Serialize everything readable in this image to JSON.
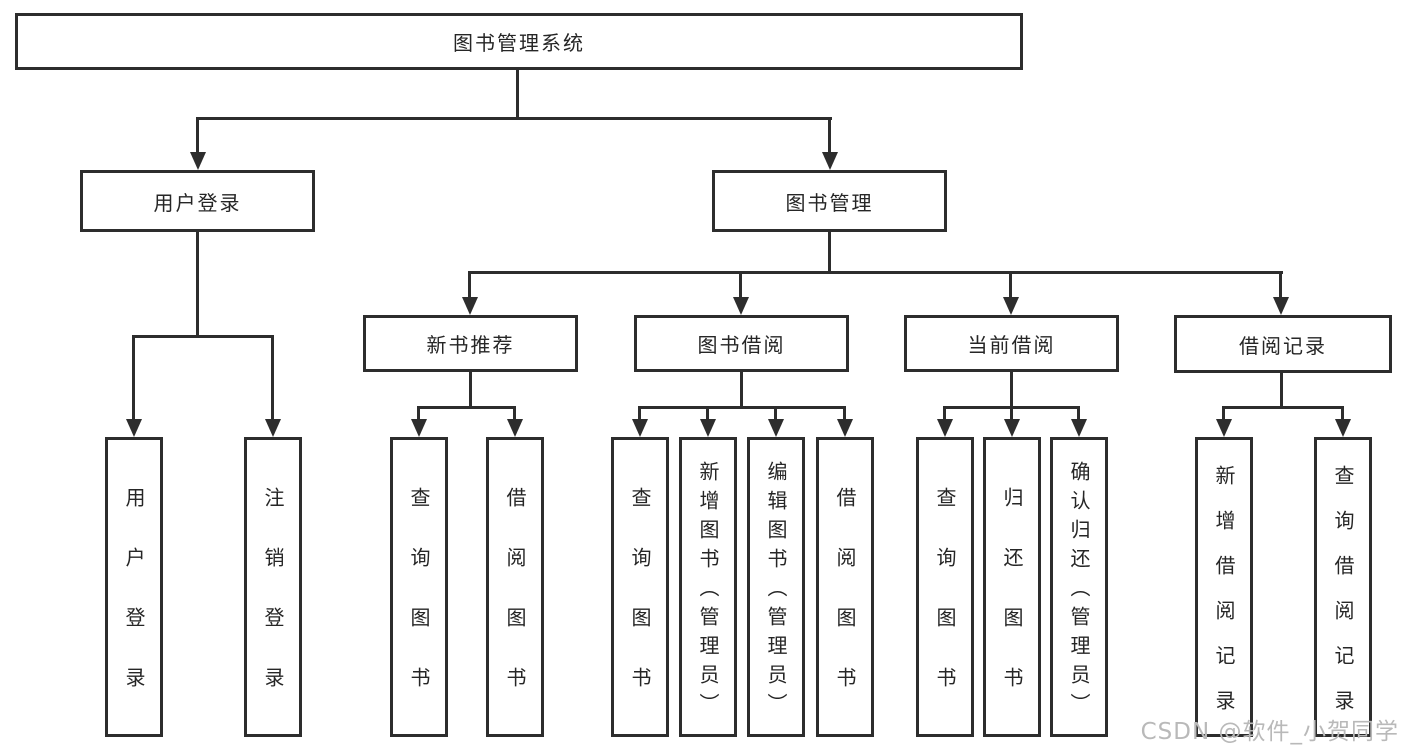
{
  "diagram": {
    "root": {
      "label": "图书管理系统"
    },
    "user_branch": {
      "label": "用户登录",
      "children": [
        "用户登录",
        "注销登录"
      ]
    },
    "book_branch": {
      "label": "图书管理",
      "sections": [
        {
          "label": "新书推荐",
          "children": [
            "查询图书",
            "借阅图书"
          ]
        },
        {
          "label": "图书借阅",
          "children": [
            "查询图书",
            "新增图书（管理员）",
            "编辑图书（管理员）",
            "借阅图书"
          ]
        },
        {
          "label": "当前借阅",
          "children": [
            "查询图书",
            "归还图书",
            "确认归还（管理员）"
          ]
        },
        {
          "label": "借阅记录",
          "children": [
            "新增借阅记录",
            "查询借阅记录"
          ]
        }
      ]
    }
  },
  "watermark": {
    "text": "CSDN @软件_小贺同学"
  },
  "colors": {
    "line": "#2d2d2d",
    "box_background": "#ffffff",
    "text": "#262626",
    "watermark": "#b9b9b9"
  }
}
